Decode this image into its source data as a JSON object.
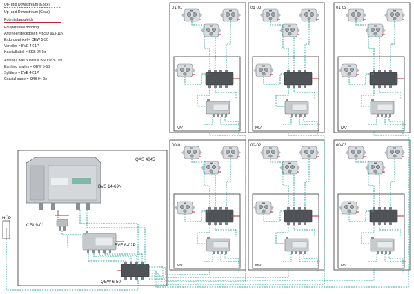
{
  "colors": {
    "coax": "#2aa89a",
    "bonding": "#c0272d",
    "frame": "#333333",
    "device": "#8a8f94"
  },
  "legend": {
    "coax_de": "Up- und Downstream (Koax)",
    "coax_en": "Up- and Downstream (Coax)",
    "bond_de": "Potentialausgleich",
    "bond_en": "Equipotential bonding",
    "list_de": [
      "Antennensteckdosen = BSD 963-11N",
      "Erdungswinkel = QEW 5-50",
      "Verteiler = BVE 4-01P",
      "Koaxialkabel = SKB 94-0x"
    ],
    "list_en": [
      "Antenna wall outlets = BSD 963-11N",
      "Earthing angles = QEW 5-50",
      "Splitters = BVE 4-01P",
      "Coaxial cable = SKB 94-0x"
    ]
  },
  "headend": {
    "qas": "QAS 4045",
    "bvs": "BVS 14-69N",
    "cfa": "CFA 9-01",
    "bve": "BVE 6-02P",
    "qew": "QEW 6-50",
    "hup": "HÜP"
  },
  "rooms": [
    {
      "label": "01-01",
      "mv": "MV"
    },
    {
      "label": "01-02",
      "mv": "MV"
    },
    {
      "label": "01-03",
      "mv": "MV"
    },
    {
      "label": "00-01",
      "mv": "MV"
    },
    {
      "label": "00-02",
      "mv": "MV"
    },
    {
      "label": "00-03",
      "mv": "MV"
    }
  ]
}
